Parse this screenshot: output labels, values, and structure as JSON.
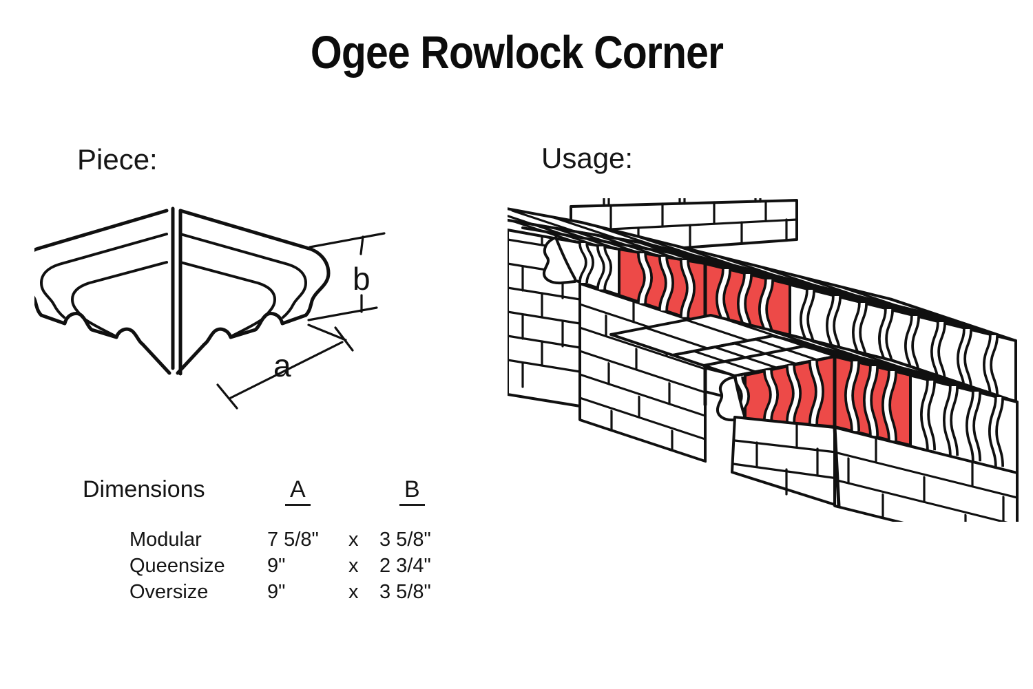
{
  "title": "Ogee Rowlock Corner",
  "piece": {
    "label": "Piece:",
    "dim_a": "a",
    "dim_b": "b"
  },
  "usage": {
    "label": "Usage:"
  },
  "dimensions_table": {
    "heading": "Dimensions",
    "col_a": "A",
    "col_b": "B",
    "separator": "x",
    "rows": [
      {
        "name": "Modular",
        "a": "7 5/8\"",
        "b": "3 5/8\""
      },
      {
        "name": "Queensize",
        "a": "9\"",
        "b": "2 3/4\""
      },
      {
        "name": "Oversize",
        "a": "9\"",
        "b": "3 5/8\""
      }
    ]
  },
  "colors": {
    "highlight_red": "#ED4A48",
    "line_black": "#101010"
  }
}
